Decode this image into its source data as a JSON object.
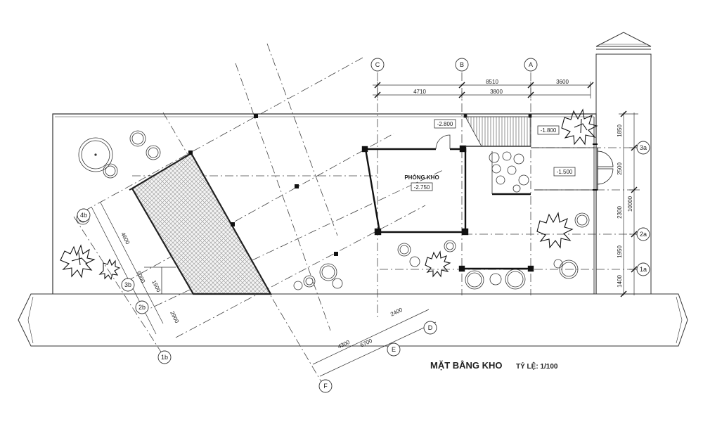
{
  "title": "MẶT BẰNG KHO",
  "scale": "TỶ LỆ: 1/100",
  "room": {
    "name": "PHÒNG KHO",
    "level": "-2.750"
  },
  "levels": {
    "l1": "-2.800",
    "l2": "-1.800",
    "l3": "-1.500"
  },
  "axes": {
    "c": "C",
    "b": "B",
    "a": "A",
    "a3": "3a",
    "a2": "2a",
    "a1": "1a",
    "b4": "4b",
    "b3": "3b",
    "b2": "2b",
    "b1": "1b",
    "d": "D",
    "e": "E",
    "f": "F"
  },
  "dims_top": {
    "total": "8510",
    "d1": "4710",
    "d2": "3800",
    "d3": "3600"
  },
  "dims_right": {
    "total": "10000",
    "d1": "1850",
    "d2": "2500",
    "d3": "2300",
    "d4": "1950",
    "d5": "1400"
  },
  "dims_left": {
    "d1": "4600",
    "d2": "5000",
    "d3": "1500",
    "d4": "2900"
  },
  "dims_bottom": {
    "d1": "2400",
    "d2": "4300",
    "d3": "6700"
  }
}
